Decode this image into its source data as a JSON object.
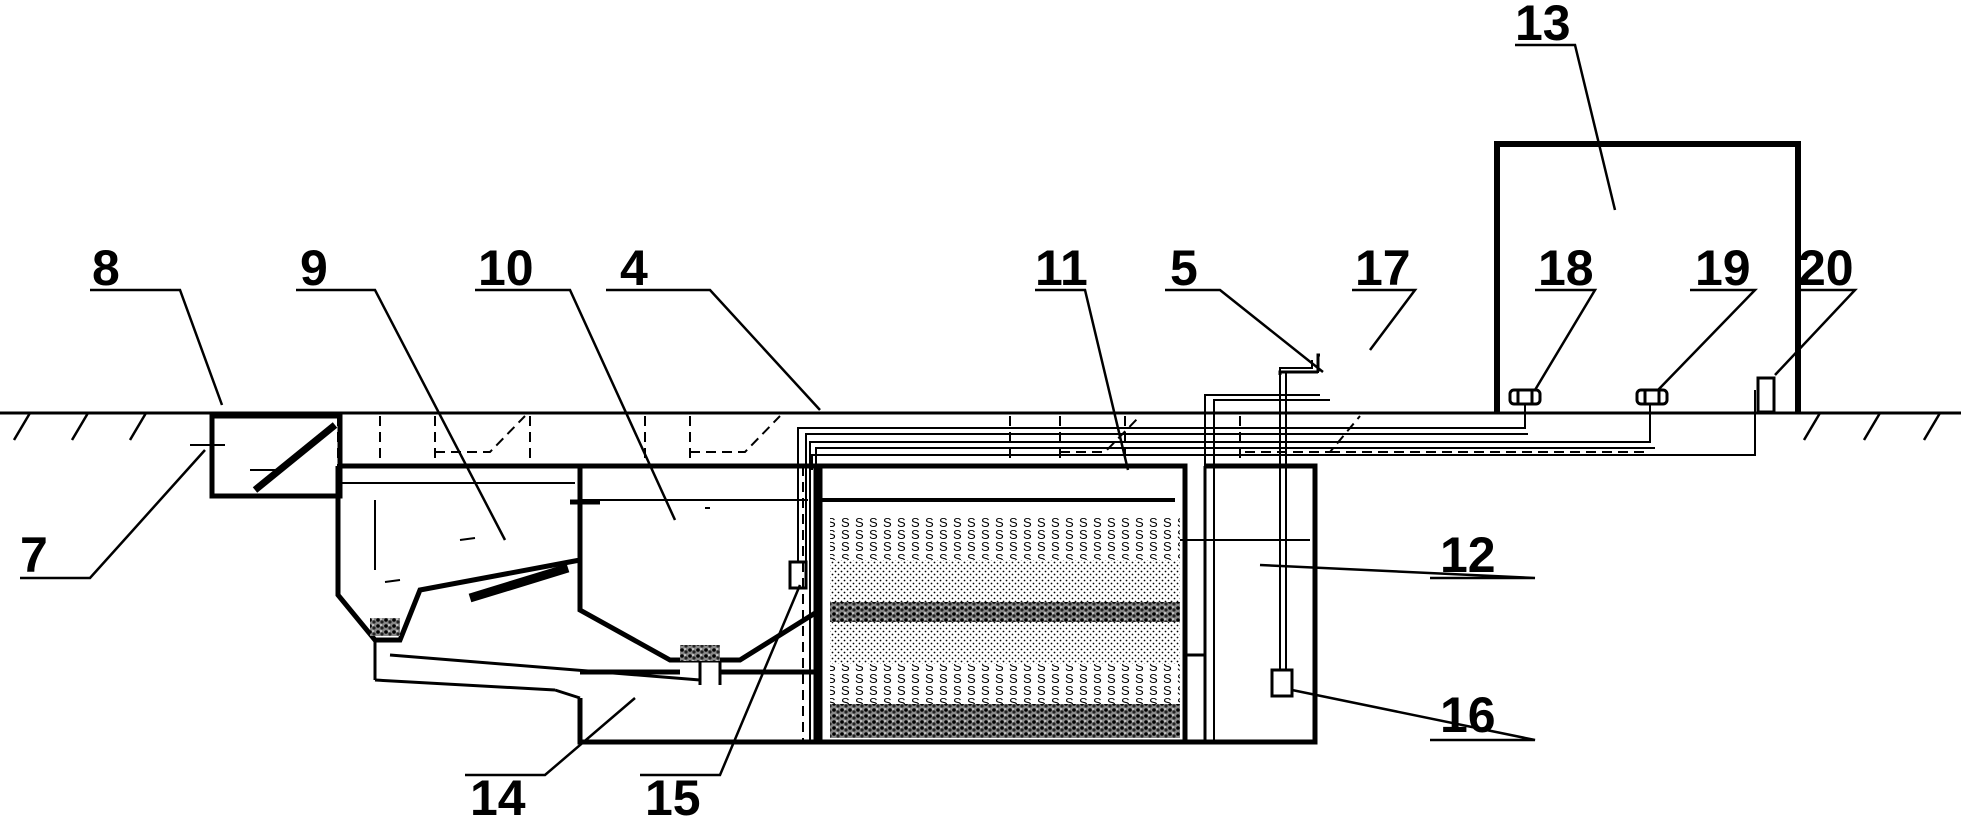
{
  "labels": {
    "l4": "4",
    "l5": "5",
    "l7": "7",
    "l8": "8",
    "l9": "9",
    "l10": "10",
    "l11": "11",
    "l12": "12",
    "l13": "13",
    "l14": "14",
    "l15": "15",
    "l16": "16",
    "l17": "17",
    "l18": "18",
    "l19": "19",
    "l20": "20"
  },
  "colors": {
    "line": "#000000",
    "background": "#ffffff"
  }
}
